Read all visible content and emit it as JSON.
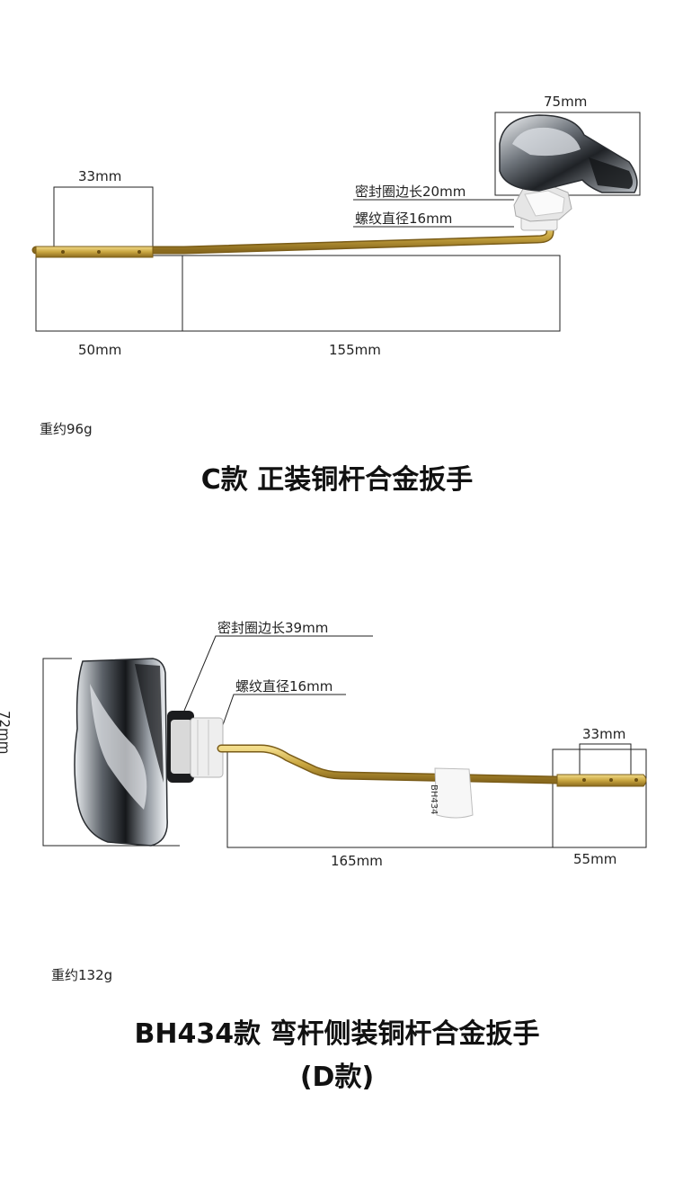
{
  "product_c": {
    "dimensions": {
      "head_width": "75mm",
      "tip_width": "33mm",
      "tip_length": "50mm",
      "rod_length": "155mm"
    },
    "notes": {
      "seal_ring": "密封圈边长20mm",
      "thread_diameter": "螺纹直径16mm"
    },
    "weight": "重约96g",
    "title": "C款  正装铜杆合金扳手"
  },
  "product_d": {
    "dimensions": {
      "handle_height": "72mm",
      "tip_width": "33mm",
      "rod_length": "165mm",
      "tip_length": "55mm"
    },
    "notes": {
      "seal_ring": "密封圈边长39mm",
      "thread_diameter": "螺纹直径16mm"
    },
    "tag_label": "BH434",
    "weight": "重约132g",
    "title_line1": "BH434款  弯杆侧装铜杆合金扳手",
    "title_line2": "(D款)"
  },
  "colors": {
    "brass": "#c9a640",
    "chrome": "#8a8f96",
    "nut_white": "#e8e8e8"
  }
}
